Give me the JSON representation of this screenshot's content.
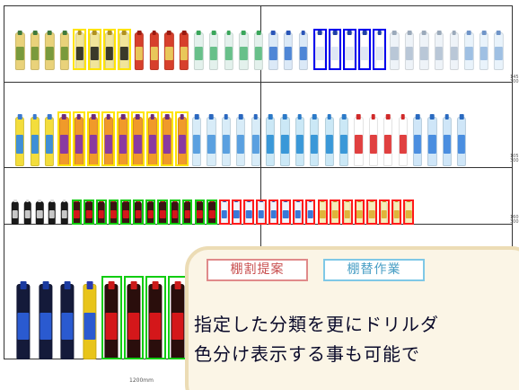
{
  "planogram": {
    "shelf_height_labels": [
      "145\n300",
      "105\n300",
      "160\n300"
    ],
    "width_label": "1200mm",
    "shelves": [
      {
        "groups": [
          {
            "name": "yuzu-tea",
            "count": 4,
            "body": "#e9d27a",
            "cap": "#3f7a3a",
            "label": "#7a9a3c",
            "highlight": null
          },
          {
            "name": "yellow-tea",
            "count": 4,
            "body": "#f1e59a",
            "cap": "#b09020",
            "label": "#3a3a2a",
            "highlight": "#ffe400"
          },
          {
            "name": "red-juice",
            "count": 4,
            "body": "#d7402c",
            "cap": "#9a1a10",
            "label": "#e9c75a",
            "highlight": null
          },
          {
            "name": "green-water",
            "count": 5,
            "body": "#e3f1ec",
            "cap": "#3aa65a",
            "label": "#68c08a",
            "highlight": null
          },
          {
            "name": "blue-sport",
            "count": 3,
            "body": "#dbe9f7",
            "cap": "#2a55b8",
            "label": "#4f86d6",
            "highlight": null
          },
          {
            "name": "white-water",
            "count": 5,
            "body": "#ffffff",
            "cap": "#1f3fa8",
            "label": "#dfe7f5",
            "highlight": "#0000ee"
          },
          {
            "name": "clear-water",
            "count": 5,
            "body": "#eef3f8",
            "cap": "#9aa9ba",
            "label": "#b9c7d7",
            "highlight": null
          },
          {
            "name": "mineral-water",
            "count": 3,
            "body": "#e9f3fb",
            "cap": "#6f94c8",
            "label": "#9fc0e3",
            "highlight": null
          }
        ]
      },
      {
        "groups": [
          {
            "name": "lemon-sport",
            "count": 3,
            "body": "#f3dd3c",
            "cap": "#3a7ad0",
            "label": "#3f8fd6",
            "highlight": null
          },
          {
            "name": "orange-juice",
            "count": 9,
            "body": "#f09a2a",
            "cap": "#6d2a7a",
            "label": "#8a3aa0",
            "highlight": "#ffe400"
          },
          {
            "name": "blue-soda",
            "count": 5,
            "body": "#d8ecf8",
            "cap": "#2a68c0",
            "label": "#5aa0e0",
            "highlight": null
          },
          {
            "name": "aqua-water",
            "count": 6,
            "body": "#cbe8f6",
            "cap": "#2b7ac8",
            "label": "#3a98d8",
            "highlight": null
          },
          {
            "name": "red-label-water",
            "count": 4,
            "body": "#ffffff",
            "cap": "#d02a2a",
            "label": "#e04040",
            "highlight": null
          },
          {
            "name": "big-water",
            "count": 4,
            "body": "#cfe6f8",
            "cap": "#2a6ac0",
            "label": "#4a8ee0",
            "highlight": null
          }
        ]
      },
      {
        "groups": [
          {
            "name": "black-cola",
            "count": 5,
            "body": "#1a1a1a",
            "cap": "#dddddd",
            "label": "#c8c8c8",
            "highlight": null
          },
          {
            "name": "coca-cola",
            "count": 12,
            "body": "#3a1412",
            "cap": "#cc1a1a",
            "label": "#d4171a",
            "highlight": "#11cc11"
          },
          {
            "name": "sport-drink",
            "count": 8,
            "body": "#f2f4fa",
            "cap": "#2a55b8",
            "label": "#3a78d8",
            "highlight": "#ff1a1a"
          },
          {
            "name": "yellow-sport",
            "count": 8,
            "body": "#f6ecb8",
            "cap": "#c09a1a",
            "label": "#e0b43a",
            "highlight": "#ff1a1a"
          }
        ]
      },
      {
        "groups": [
          {
            "name": "pepsi",
            "count": 3,
            "body": "#141a3a",
            "cap": "#1a3aa0",
            "label": "#2a5ad0",
            "highlight": null
          },
          {
            "name": "pepsi-yellow",
            "count": 1,
            "body": "#e8c41a",
            "cap": "#2a3ab0",
            "label": "#2a5ad0",
            "highlight": null
          },
          {
            "name": "big-cola",
            "count": 5,
            "body": "#2a0e0c",
            "cap": "#cc1a1a",
            "label": "#d4171a",
            "highlight": "#11cc11"
          }
        ]
      }
    ]
  },
  "popup": {
    "tab_proposal": "棚割提案",
    "tab_work": "棚替作業",
    "line1": "指定した分類を更にドリルダ",
    "line2": "色分け表示する事も可能で"
  }
}
